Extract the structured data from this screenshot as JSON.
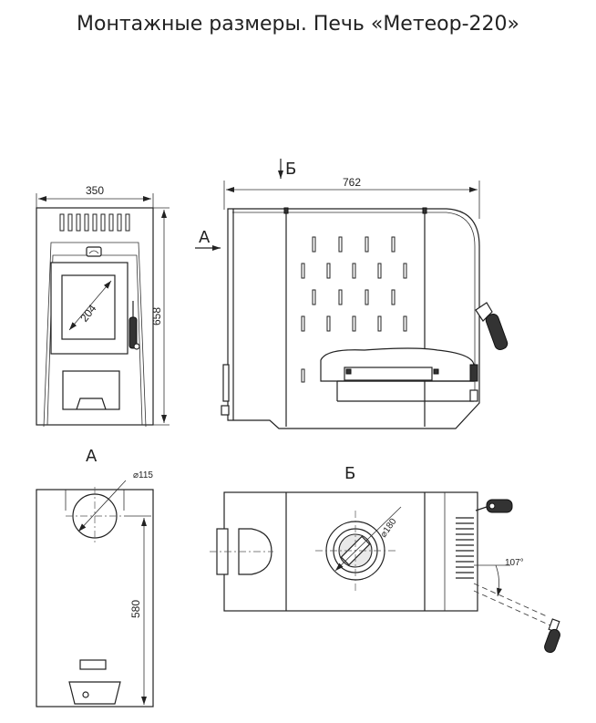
{
  "title": "Монтажные размеры. Печь «Метеор-220»",
  "views": {
    "front": {
      "width_label": "350",
      "height_label": "658",
      "glass_label": "204"
    },
    "side": {
      "length_label": "762",
      "section_a": "А",
      "section_b": "Б"
    },
    "view_a": {
      "caption": "А",
      "pipe_diameter": "⌀115",
      "pipe_height": "580"
    },
    "view_b": {
      "caption": "Б",
      "pipe_diameter": "⌀180",
      "angle": "107°"
    }
  }
}
